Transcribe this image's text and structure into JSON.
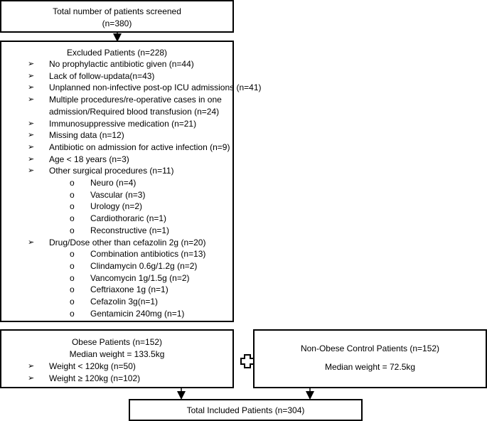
{
  "screened": {
    "title": "Total number of patients screened",
    "count": "(n=380)"
  },
  "excluded": {
    "title": "Excluded Patients (n=228)",
    "items": [
      "No prophylactic antibiotic given (n=44)",
      "Lack of follow-updata(n=43)",
      "Unplanned non-infective post-op ICU admissions (n=41)",
      "Multiple procedures/re-operative cases in one",
      "admission/Required blood transfusion (n=24)",
      "Immunosuppressive medication (n=21)",
      "Missing data (n=12)",
      "Antibiotic on admission for active infection (n=9)",
      "Age < 18 years (n=3)",
      "Other surgical procedures (n=11)"
    ],
    "surgical": [
      "Neuro (n=4)",
      "Vascular (n=3)",
      "Urology (n=2)",
      "Cardiothoraric (n=1)",
      "Reconstructive (n=1)"
    ],
    "drug_title": "Drug/Dose other than cefazolin 2g (n=20)",
    "drugs": [
      "Combination antibiotics (n=13)",
      "Clindamycin 0.6g/1.2g (n=2)",
      "Vancomycin 1g/1.5g (n=2)",
      "Ceftriaxone 1g (n=1)",
      "Cefazolin 3g(n=1)",
      "Gentamicin 240mg (n=1)"
    ]
  },
  "obese": {
    "title": "Obese Patients (n=152)",
    "median": "Median weight = 133.5kg",
    "items": [
      "Weight < 120kg (n=50)",
      "Weight ≥ 120kg (n=102)"
    ]
  },
  "control": {
    "title": "Non-Obese Control Patients (n=152)",
    "median": "Median weight = 72.5kg"
  },
  "included": {
    "title": "Total Included Patients (n=304)"
  },
  "glyphs": {
    "arrow_bullet": "➢",
    "circle_bullet": "o"
  }
}
